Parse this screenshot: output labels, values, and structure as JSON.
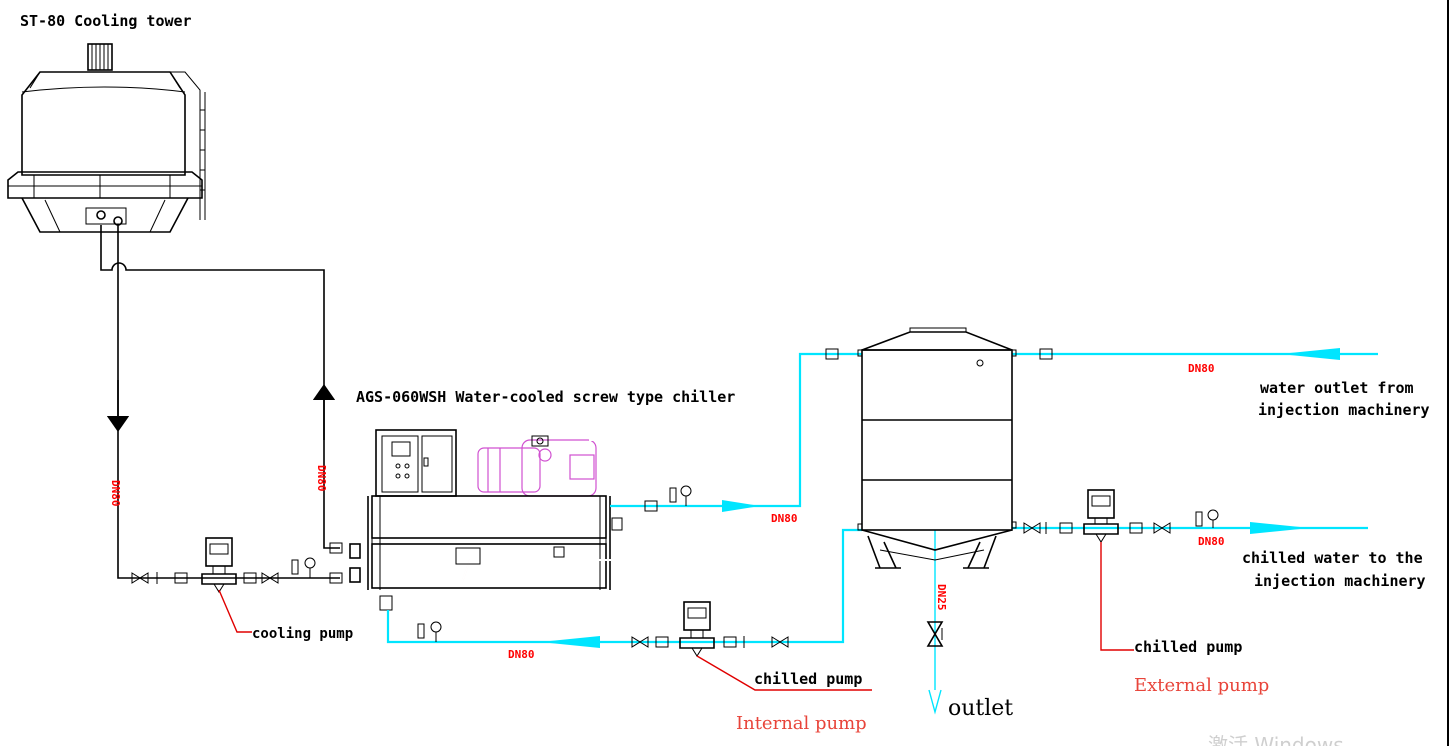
{
  "title": "ST-80 Cooling tower",
  "chiller_label": "AGS-060WSH Water-cooled screw type chiller",
  "pipe_sizes": {
    "dn80": "DN80",
    "dn25": "DN25"
  },
  "labels": {
    "cooling_pump": "cooling pump",
    "chilled_pump_internal": "chilled pump",
    "internal_pump": "Internal pump",
    "chilled_pump_external": "chilled pump",
    "external_pump": "External pump",
    "outlet": "outlet",
    "water_outlet_line1": "water outlet from",
    "water_outlet_line2": "injection machinery",
    "chilled_water_line1": "chilled water to the",
    "chilled_water_line2": "injection machinery"
  },
  "watermark": "激活 Windows",
  "colors": {
    "chilled_water_pipe": "#00e5ff",
    "cooling_water_pipe": "#000000",
    "annotation": "#ff0000",
    "compressor": "#d050d0"
  }
}
